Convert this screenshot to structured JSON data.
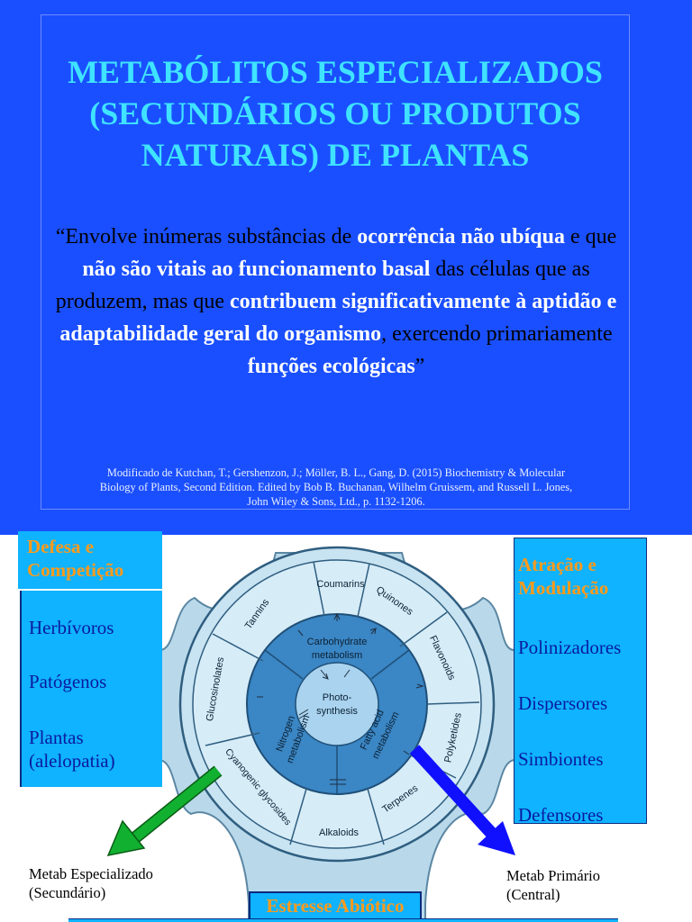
{
  "slide": {
    "title_lines": [
      "METABÓLITOS ESPECIALIZADOS",
      "(SECUNDÁRIOS OU PRODUTOS",
      "NATURAIS) DE PLANTAS"
    ],
    "quote": {
      "p1": "“Envolve inúmeras substâncias de ",
      "h1": "ocorrência não ubíqua",
      "p2": " e que ",
      "h2": "não são vitais ao funcionamento basal",
      "p3": " das células que as produzem, mas que ",
      "h3": "contribuem significativamente à aptidão e adaptabilidade geral do organismo",
      "p4": ", exercendo primariamente ",
      "h4": "funções ecológicas",
      "p5": "”"
    },
    "reference_lines": [
      "Modificado de Kutchan, T.; Gershenzon, J.; Möller, B. L., Gang, D. (2015) Biochemistry & Molecular",
      "Biology of Plants, Second Edition. Edited by Bob B. Buchanan, Wilhelm Gruissem, and Russell L. Jones,",
      "John Wiley & Sons, Ltd., p. 1132-1206."
    ]
  },
  "left_box": {
    "header_lines": [
      "Defesa e",
      "Competição"
    ],
    "items": [
      "Herbívoros",
      "Patógenos",
      "Plantas",
      "(alelopatia)"
    ]
  },
  "right_box": {
    "header_lines": [
      "Atração e",
      "Modulação"
    ],
    "items": [
      "Polinizadores",
      "Dispersores",
      "Simbiontes",
      "Defensores"
    ]
  },
  "labels": {
    "specialized": [
      "Metab Especializado",
      "(Secundário)"
    ],
    "primary": [
      "Metab Primário",
      "(Central)"
    ],
    "abiotic": "Estresse Abiótico"
  },
  "diagram": {
    "center": [
      "Photo-",
      "synthesis"
    ],
    "inner": {
      "carbohydrate": [
        "Carbohydrate",
        "metabolism"
      ],
      "nitrogen": [
        "Nitrogen",
        "metabolism"
      ],
      "fatty": [
        "Fatty acid",
        "metabolism"
      ]
    },
    "outer": [
      "Coumarins",
      "Quinones",
      "Flavonoids",
      "Polyketides",
      "Terpenes",
      "Alkaloids",
      "Cyanogenic glycosides",
      "Glucosinolates",
      "Tannins"
    ]
  },
  "colors": {
    "slide_bg": "#1a4fff",
    "title": "#3fe3ff",
    "box_bg": "#0fb3ff",
    "box_header": "#ff9a1a",
    "box_item": "#0a1aa0",
    "green_arrow": "#12b030",
    "blue_arrow": "#1010ff"
  }
}
